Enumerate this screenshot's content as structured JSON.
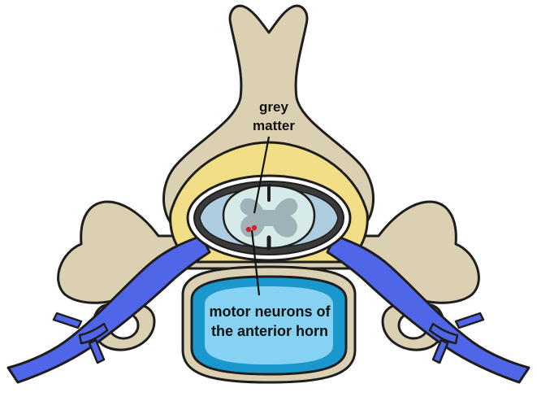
{
  "labels": {
    "grey_matter_line1": "grey",
    "grey_matter_line2": "matter",
    "motor_neurons_line1": "motor neurons of",
    "motor_neurons_line2": "the anterior horn"
  },
  "colors": {
    "bone": "#dcd0b2",
    "bone_outline": "#1e1e1e",
    "ligament": "#f2de86",
    "disc_outer": "#1a97cc",
    "disc_inner": "#86d2f2",
    "nerve": "#5066e8",
    "spinal_cord": "#d6eaea",
    "grey_matter": "#9fb2b8",
    "meninges_dark": "#3a3a3a",
    "csf_space": "#aecde0",
    "neuron_dots": "#d42020"
  }
}
